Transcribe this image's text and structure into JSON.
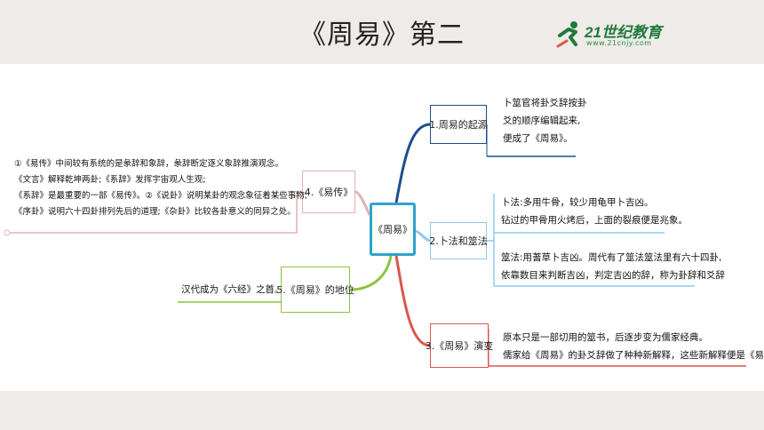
{
  "header": {
    "title": "《周易》第二",
    "logo_text": "21世纪教育",
    "logo_url": "www.21cnjy.com"
  },
  "mindmap": {
    "center": "《周易》",
    "branches": [
      {
        "label": "1.周易的起源",
        "lines": [
          "卜筮官将卦爻辞按卦",
          "爻的顺序编辑起来,",
          "便成了《周易》。"
        ]
      },
      {
        "label": "2.卜法和筮法",
        "lines": [
          "卜法:多用牛骨，较少用龟甲卜吉凶。",
          "钻过的甲骨用火烤后，上面的裂痕便是兆象。",
          "筮法:用蓍草卜吉凶。周代有了筮法筮法里有六十四卦,",
          "依靠数目来判断吉凶，判定吉凶的辞，称为卦辞和爻辞"
        ]
      },
      {
        "label": "3.《周易》演变",
        "lines": [
          "原本只是一部切用的筮书，后逐步变为儒家经典。",
          "儒家给《周易》的卦爻辞做了种种新解释，这些新解释便是《易传》。"
        ]
      },
      {
        "label": "4.《易传》",
        "lines": [
          "①《易传》中间较有系统的是彖辞和象辞，彖辞断定逐义象辞推演观念。",
          "《文言》解释乾坤两卦;《系辞》发挥宇宙观人生观;",
          "《系辞》是最重要的一部《易传》。②《说卦》说明某卦的观念象征着某些事物;",
          "《序卦》说明六十四卦排列先后的道理;《杂卦》比较各卦意义的同异之处。"
        ]
      },
      {
        "label": "5.《周易》的地位",
        "lines": [
          "汉代成为《六经》之首。"
        ]
      }
    ]
  },
  "colors": {
    "background": "#ffffff",
    "band": "#eeebe8",
    "branch1": "#1d4e89",
    "branch2": "#8fc8ec",
    "branch3": "#d9574b",
    "branch4": "#e4b1b1",
    "branch5": "#8cc43e",
    "center": "#2fa3c9"
  }
}
